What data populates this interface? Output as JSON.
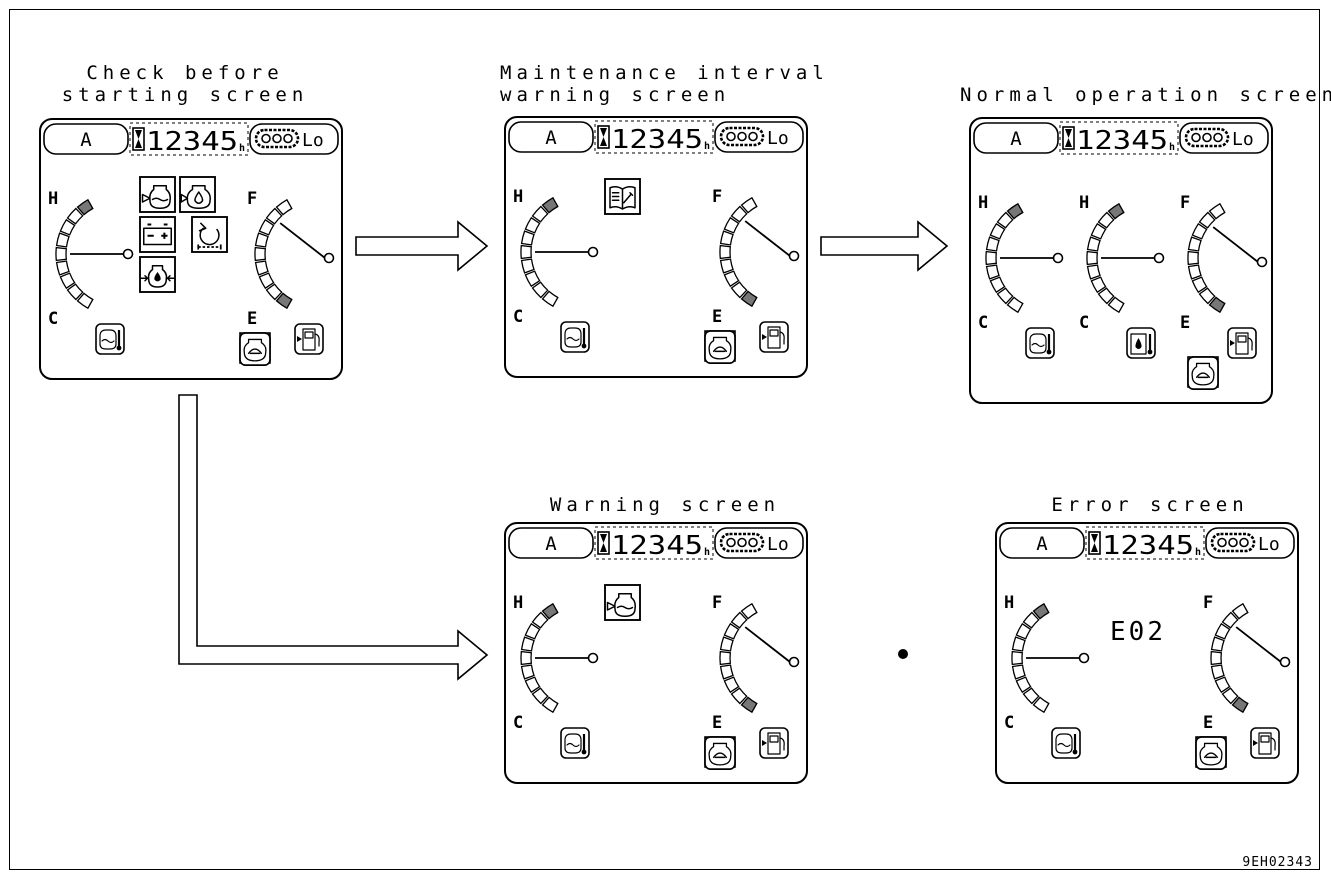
{
  "screens": [
    {
      "id": "check",
      "caption": [
        "Check before",
        "starting screen"
      ],
      "mode": "A",
      "hours": "12345",
      "hour_unit": "h",
      "track_mode": "Lo",
      "gauges": [
        {
          "top": "H",
          "bottom": "C",
          "icon": "coolant-temp-icon"
        },
        {
          "top": "F",
          "bottom": "E",
          "icon": "fuel-icon"
        }
      ],
      "center_icons": [
        "radiator-level-icon",
        "engine-oil-level-icon",
        "battery-charge-icon",
        "air-cleaner-icon",
        "engine-oil-pressure-icon"
      ],
      "bottom_icon": "engine-icon"
    },
    {
      "id": "maintenance",
      "caption": [
        "Maintenance interval",
        "warning screen"
      ],
      "mode": "A",
      "hours": "12345",
      "hour_unit": "h",
      "track_mode": "Lo",
      "gauges": [
        {
          "top": "H",
          "bottom": "C",
          "icon": "coolant-temp-icon"
        },
        {
          "top": "F",
          "bottom": "E",
          "icon": "fuel-icon"
        }
      ],
      "center_icons": [
        "maintenance-book-icon"
      ],
      "bottom_icon": "engine-icon"
    },
    {
      "id": "normal",
      "caption": [
        "Normal operation screen"
      ],
      "mode": "A",
      "hours": "12345",
      "hour_unit": "h",
      "track_mode": "Lo",
      "gauges": [
        {
          "top": "H",
          "bottom": "C",
          "icon": "coolant-temp-icon"
        },
        {
          "top": "H",
          "bottom": "C",
          "icon": "hydraulic-oil-temp-icon"
        },
        {
          "top": "F",
          "bottom": "E",
          "icon": "fuel-icon"
        }
      ],
      "center_icons": [],
      "bottom_icon": "engine-icon"
    },
    {
      "id": "warning",
      "caption": [
        "Warning screen"
      ],
      "mode": "A",
      "hours": "12345",
      "hour_unit": "h",
      "track_mode": "Lo",
      "gauges": [
        {
          "top": "H",
          "bottom": "C",
          "icon": "coolant-temp-icon"
        },
        {
          "top": "F",
          "bottom": "E",
          "icon": "fuel-icon"
        }
      ],
      "center_icons": [
        "radiator-level-icon"
      ],
      "bottom_icon": "engine-icon"
    },
    {
      "id": "error",
      "caption": [
        "Error screen"
      ],
      "mode": "A",
      "hours": "12345",
      "hour_unit": "h",
      "track_mode": "Lo",
      "gauges": [
        {
          "top": "H",
          "bottom": "C",
          "icon": "coolant-temp-icon"
        },
        {
          "top": "F",
          "bottom": "E",
          "icon": "fuel-icon"
        }
      ],
      "center_icons": [],
      "error_code": "E02",
      "bottom_icon": "engine-icon"
    }
  ],
  "doc_id": "9EH02343"
}
